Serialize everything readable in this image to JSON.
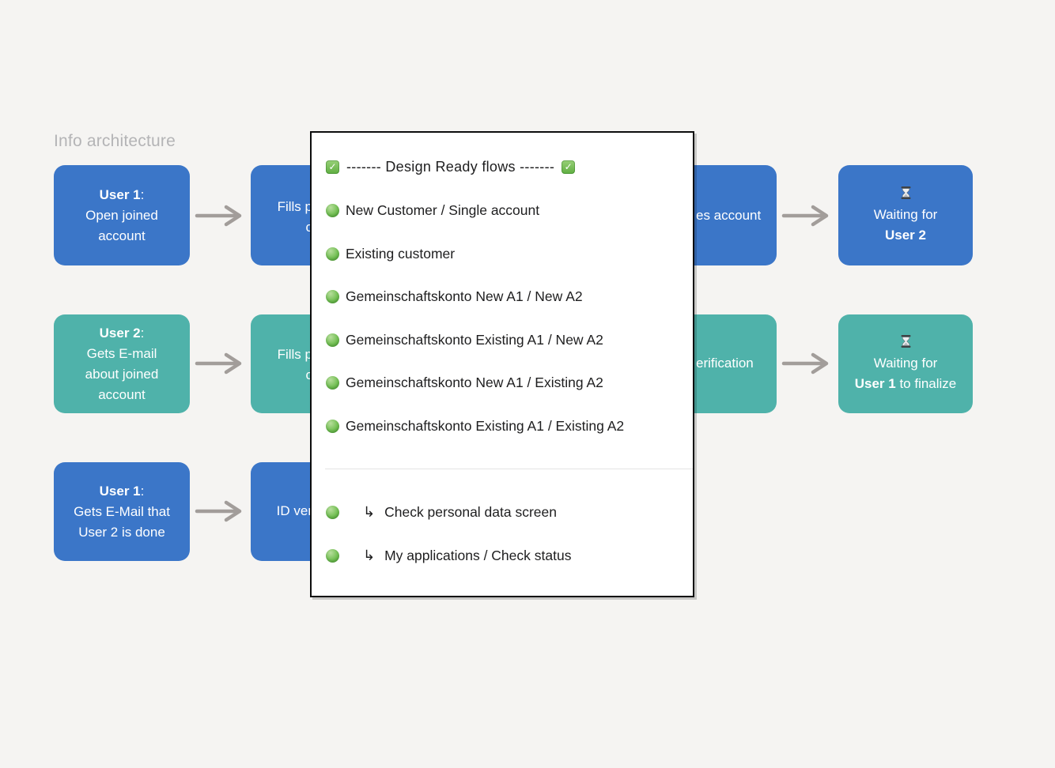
{
  "title": "Info architecture",
  "colors": {
    "background": "#f5f4f2",
    "box_blue": "#3b76c8",
    "box_teal": "#4fb2aa",
    "arrow_gray": "#a29d9a",
    "title_gray": "#b4b4b6",
    "modal_border": "#0d0d0d",
    "modal_text": "#1e1e1f",
    "status_green": "#74c055",
    "check_green": "#5fae41"
  },
  "flow": {
    "rows": [
      {
        "theme": "blue",
        "start_box": {
          "lines": [
            {
              "b": "User 1",
              "t": ":"
            },
            {
              "t": "Open joined"
            },
            {
              "t": "account"
            }
          ]
        },
        "cut_box": {
          "fragments": [
            "Fills p",
            "c"
          ]
        },
        "result_box": {
          "fragments": [
            "es account"
          ]
        },
        "wait_box": {
          "icon": "hourglass",
          "lines": [
            {
              "t": "Waiting for"
            },
            {
              "b": "User 2",
              "t": ""
            }
          ]
        }
      },
      {
        "theme": "teal",
        "start_box": {
          "lines": [
            {
              "b": "User 2",
              "t": ":"
            },
            {
              "t": "Gets E-mail"
            },
            {
              "t": "about joined"
            },
            {
              "t": "account"
            }
          ]
        },
        "cut_box": {
          "fragments": [
            "Fills p",
            "c"
          ]
        },
        "result_box": {
          "fragments": [
            "erification"
          ]
        },
        "wait_box": {
          "icon": "hourglass",
          "lines": [
            {
              "t": "Waiting for"
            },
            {
              "b": "User 1",
              "t": " to finalize"
            }
          ]
        }
      },
      {
        "theme": "blue",
        "start_box": {
          "lines": [
            {
              "b": "User 1",
              "t": ":"
            },
            {
              "t": "Gets E-Mail that"
            },
            {
              "t": "User 2 is done"
            }
          ]
        },
        "cut_box": {
          "fragments": [
            "ID ver"
          ]
        }
      }
    ]
  },
  "modal": {
    "header": {
      "icon": "white-check-on-green-square",
      "text": "------- Design Ready flows -------"
    },
    "items": [
      "New Customer / Single account",
      "Existing customer",
      "Gemeinschaftskonto New A1 / New A2",
      "Gemeinschaftskonto Existing A1 / New A2",
      "Gemeinschaftskonto New A1 / Existing A2",
      "Gemeinschaftskonto Existing A1 / Existing A2"
    ],
    "item_icon": "green-circle",
    "sub_items": [
      {
        "arrow": "↳",
        "label": "Check personal data screen"
      },
      {
        "arrow": "↳",
        "label": "My applications / Check status"
      }
    ]
  }
}
